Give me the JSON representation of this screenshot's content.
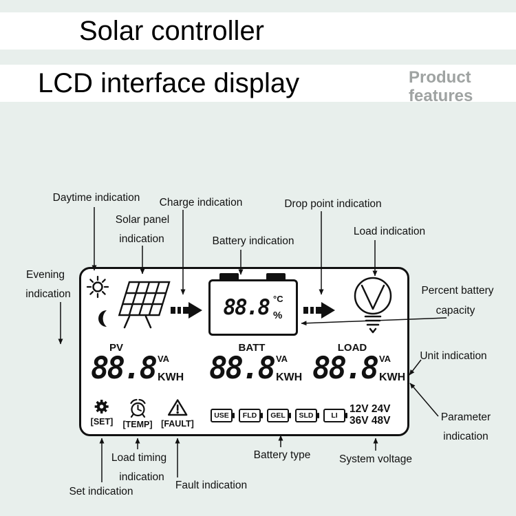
{
  "header": {
    "title_line1": "Solar controller",
    "title_line2": "LCD interface display",
    "features_line1": "Product",
    "features_line2": "features"
  },
  "annotations": {
    "daytime": "Daytime indication",
    "solar_panel_1": "Solar panel",
    "solar_panel_2": "indication",
    "charge": "Charge indication",
    "battery": "Battery indication",
    "drop_point": "Drop point indication",
    "load": "Load indication",
    "evening_1": "Evening",
    "evening_2": "indication",
    "percent_1": "Percent battery",
    "percent_2": "capacity",
    "unit": "Unit indication",
    "parameter_1": "Parameter",
    "parameter_2": "indication",
    "system_voltage": "System voltage",
    "battery_type": "Battery type",
    "fault": "Fault indication",
    "load_timing_1": "Load timing",
    "load_timing_2": "indication",
    "set": "Set indication"
  },
  "lcd": {
    "battery_display": {
      "value": "88.8",
      "unit_top": "°C",
      "unit_bottom": "%"
    },
    "displays": [
      {
        "label": "PV",
        "value": "88.8",
        "unit_top": "VA",
        "unit_bottom": "KWH"
      },
      {
        "label": "BATT",
        "value": "88.8",
        "unit_top": "VA",
        "unit_bottom": "KWH"
      },
      {
        "label": "LOAD",
        "value": "88.8",
        "unit_top": "VA",
        "unit_bottom": "KWH"
      }
    ],
    "modes": {
      "set": "[SET]",
      "temp": "[TEMP]",
      "fault": "[FAULT]"
    },
    "battery_types": [
      "USE",
      "FLD",
      "GEL",
      "SLD",
      "LI"
    ],
    "voltage_line1": "12V 24V",
    "voltage_line2": "36V 48V"
  },
  "colors": {
    "background": "#e8efec",
    "band": "#ffffff",
    "features_text": "#9fa3a2",
    "ink": "#111111"
  }
}
